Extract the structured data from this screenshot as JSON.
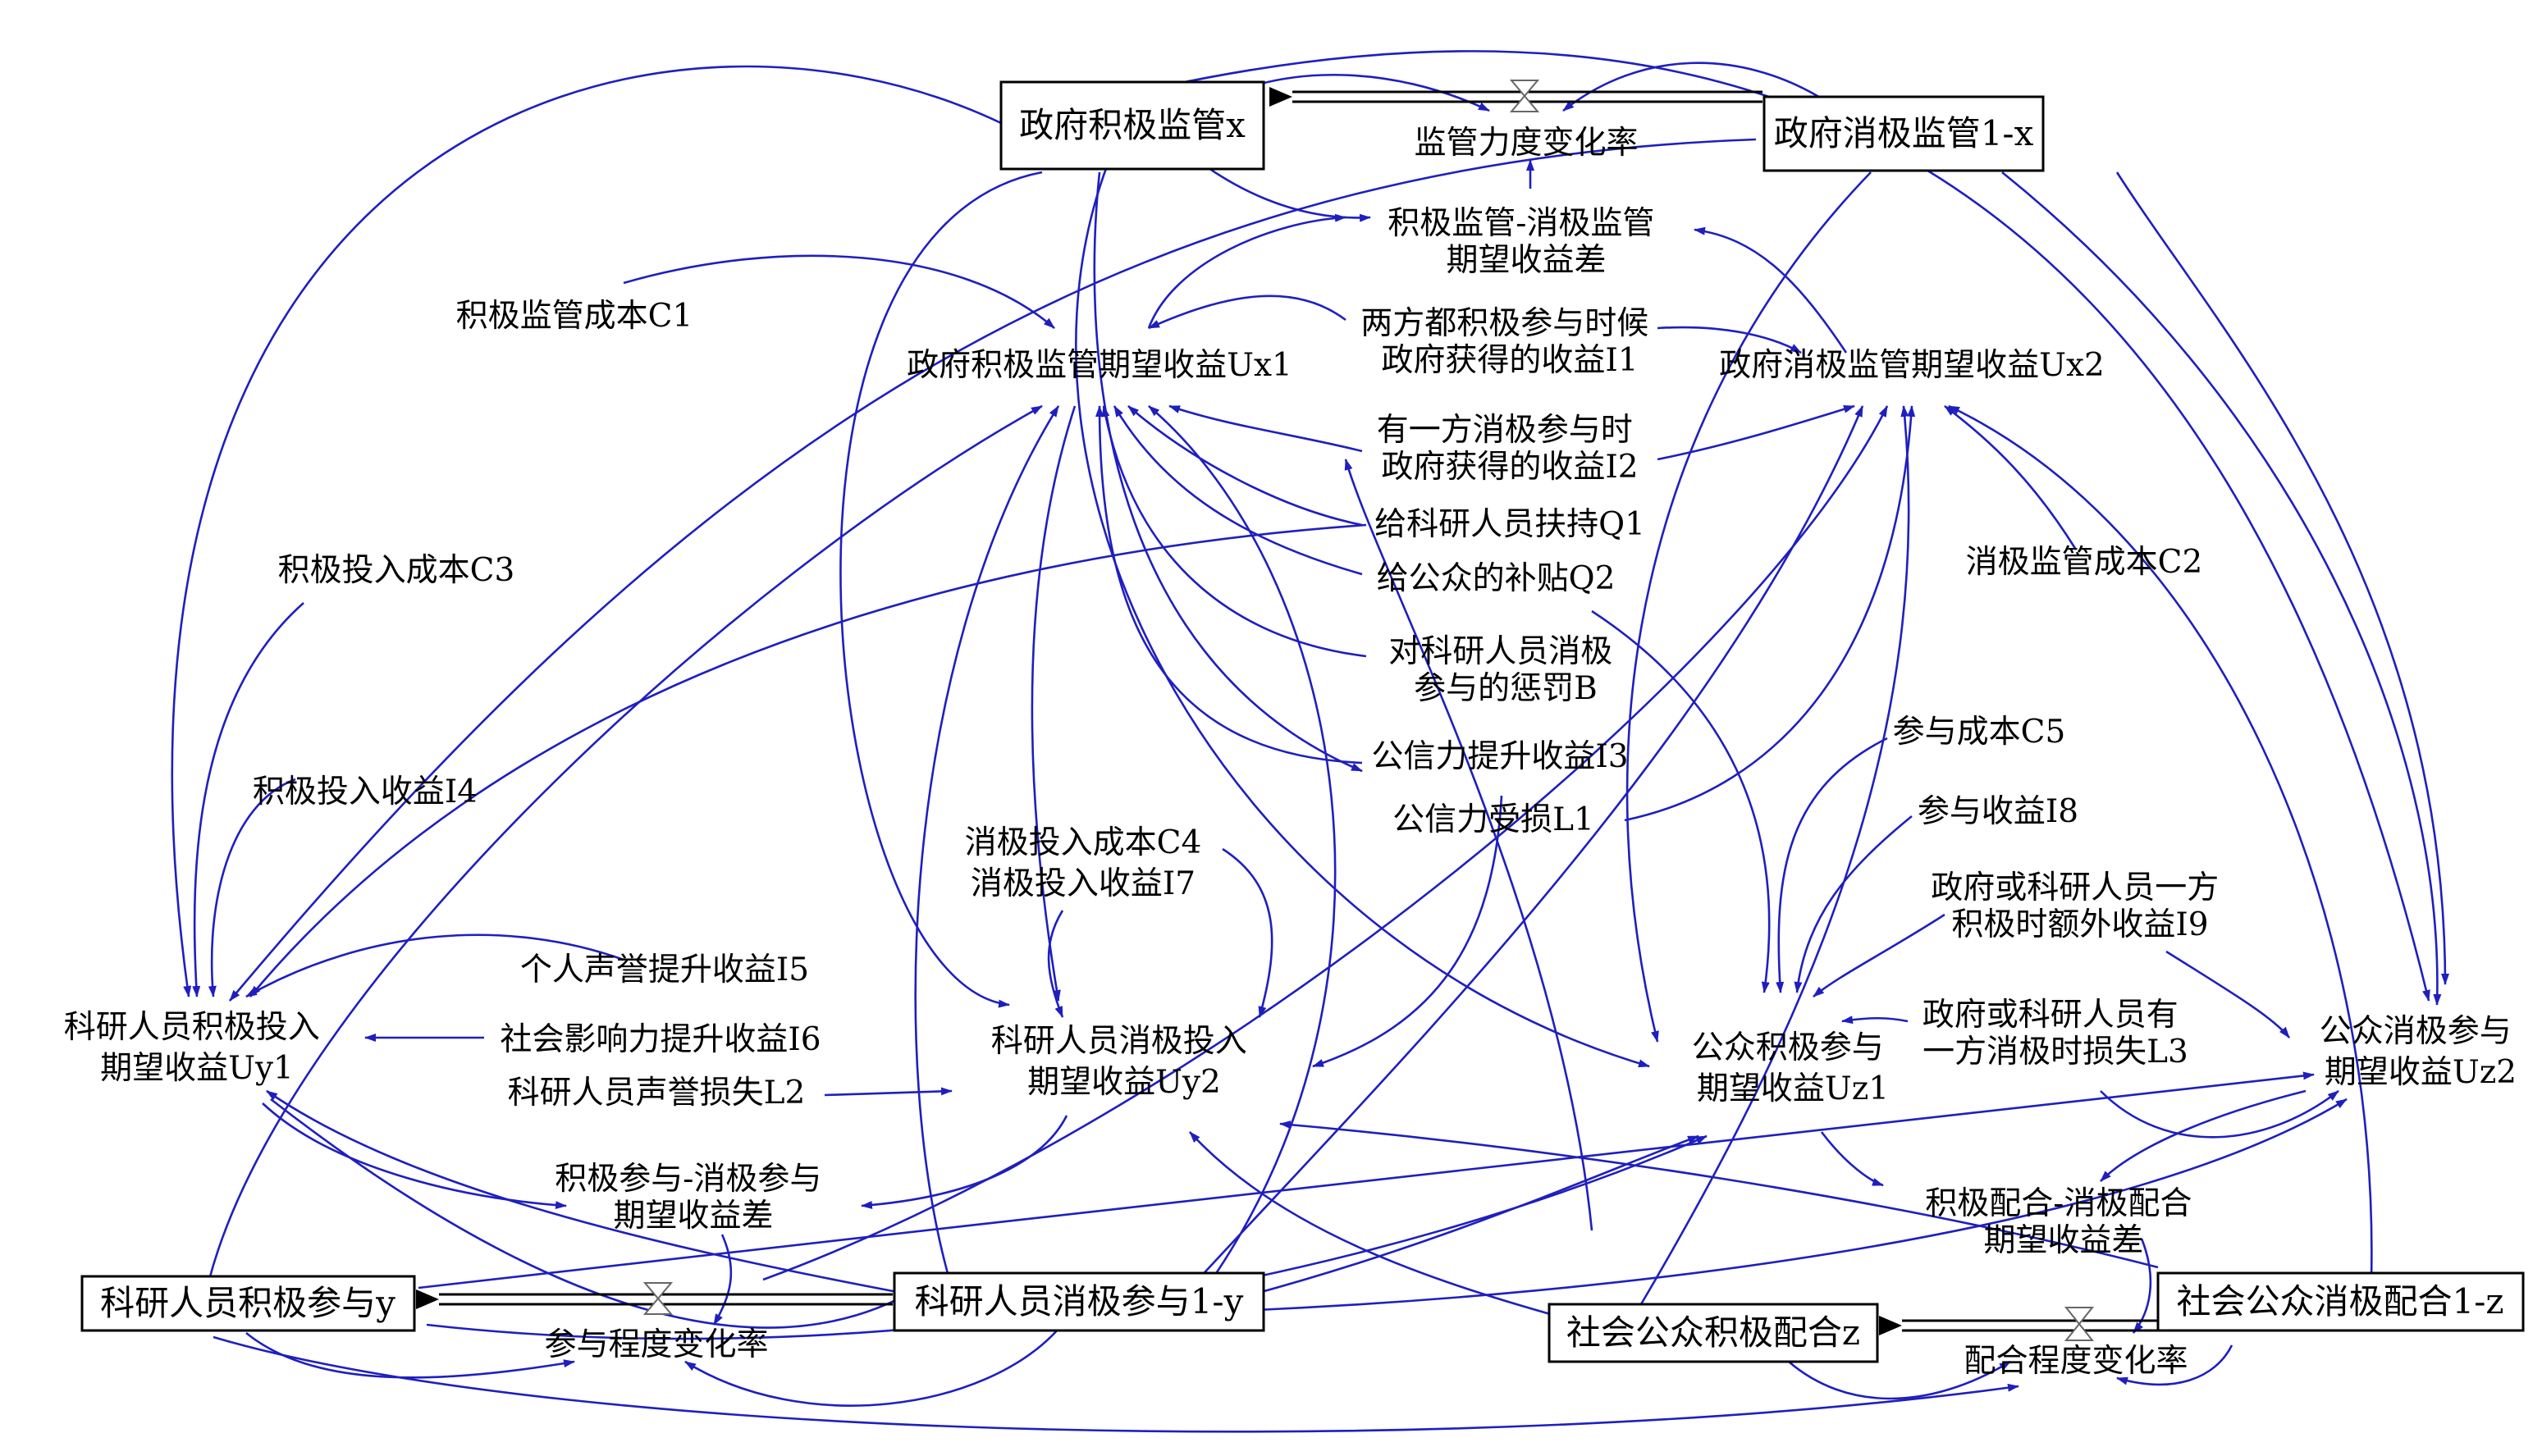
{
  "colors": {
    "link": "#1f1fbf",
    "box_border": "#000000",
    "text": "#000000",
    "background": "#ffffff"
  },
  "stocks": [
    {
      "id": "gov_pos",
      "label": "政府积极监管x"
    },
    {
      "id": "gov_neg",
      "label": "政府消极监管1-x"
    },
    {
      "id": "res_pos",
      "label": "科研人员积极参与y"
    },
    {
      "id": "res_neg",
      "label": "科研人员消极参与1-y"
    },
    {
      "id": "pub_pos",
      "label": "社会公众积极配合z"
    },
    {
      "id": "pub_neg",
      "label": "社会公众消极配合1-z"
    }
  ],
  "rates": [
    {
      "id": "rate_x",
      "label": "监管力度变化率"
    },
    {
      "id": "rate_y",
      "label": "参与程度变化率"
    },
    {
      "id": "rate_z",
      "label": "配合程度变化率"
    }
  ],
  "variables": [
    {
      "id": "diff_gov",
      "lines": [
        "积极监管-消极监管",
        "期望收益差"
      ]
    },
    {
      "id": "ux1",
      "lines": [
        "政府积极监管期望收益Ux1"
      ]
    },
    {
      "id": "ux2",
      "lines": [
        "政府消极监管期望收益Ux2"
      ]
    },
    {
      "id": "c1",
      "lines": [
        "积极监管成本C1"
      ]
    },
    {
      "id": "i1",
      "lines": [
        "两方都积极参与时候",
        "政府获得的收益I1"
      ]
    },
    {
      "id": "i2",
      "lines": [
        "有一方消极参与时",
        "政府获得的收益I2"
      ]
    },
    {
      "id": "q1",
      "lines": [
        "给科研人员扶持Q1"
      ]
    },
    {
      "id": "q2",
      "lines": [
        "给公众的补贴Q2"
      ]
    },
    {
      "id": "c2",
      "lines": [
        "消极监管成本C2"
      ]
    },
    {
      "id": "c3",
      "lines": [
        "积极投入成本C3"
      ]
    },
    {
      "id": "b",
      "lines": [
        "对科研人员消极",
        "参与的惩罚B"
      ]
    },
    {
      "id": "i3",
      "lines": [
        "公信力提升收益I3"
      ]
    },
    {
      "id": "l1",
      "lines": [
        "公信力受损L1"
      ]
    },
    {
      "id": "i4",
      "lines": [
        "积极投入收益I4"
      ]
    },
    {
      "id": "c5",
      "lines": [
        "参与成本C5"
      ]
    },
    {
      "id": "i8",
      "lines": [
        "参与收益I8"
      ]
    },
    {
      "id": "c4",
      "lines": [
        "消极投入成本C4"
      ]
    },
    {
      "id": "i7",
      "lines": [
        "消极投入收益I7"
      ]
    },
    {
      "id": "i9",
      "lines": [
        "政府或科研人员一方",
        "积极时额外收益I9"
      ]
    },
    {
      "id": "i5",
      "lines": [
        "个人声誉提升收益I5"
      ]
    },
    {
      "id": "i6",
      "lines": [
        "社会影响力提升收益I6"
      ]
    },
    {
      "id": "l2",
      "lines": [
        "科研人员声誉损失L2"
      ]
    },
    {
      "id": "uy1",
      "lines": [
        "科研人员积极投入",
        "期望收益Uy1"
      ]
    },
    {
      "id": "uy2",
      "lines": [
        "科研人员消极投入",
        "期望收益Uy2"
      ]
    },
    {
      "id": "uz1",
      "lines": [
        "公众积极参与",
        "期望收益Uz1"
      ]
    },
    {
      "id": "l3",
      "lines": [
        "政府或科研人员有",
        "一方消极时损失L3"
      ]
    },
    {
      "id": "uz2",
      "lines": [
        "公众消极参与",
        "期望收益Uz2"
      ]
    },
    {
      "id": "diff_res",
      "lines": [
        "积极参与-消极参与",
        "期望收益差"
      ]
    },
    {
      "id": "diff_pub",
      "lines": [
        "积极配合-消极配合",
        "期望收益差"
      ]
    }
  ]
}
